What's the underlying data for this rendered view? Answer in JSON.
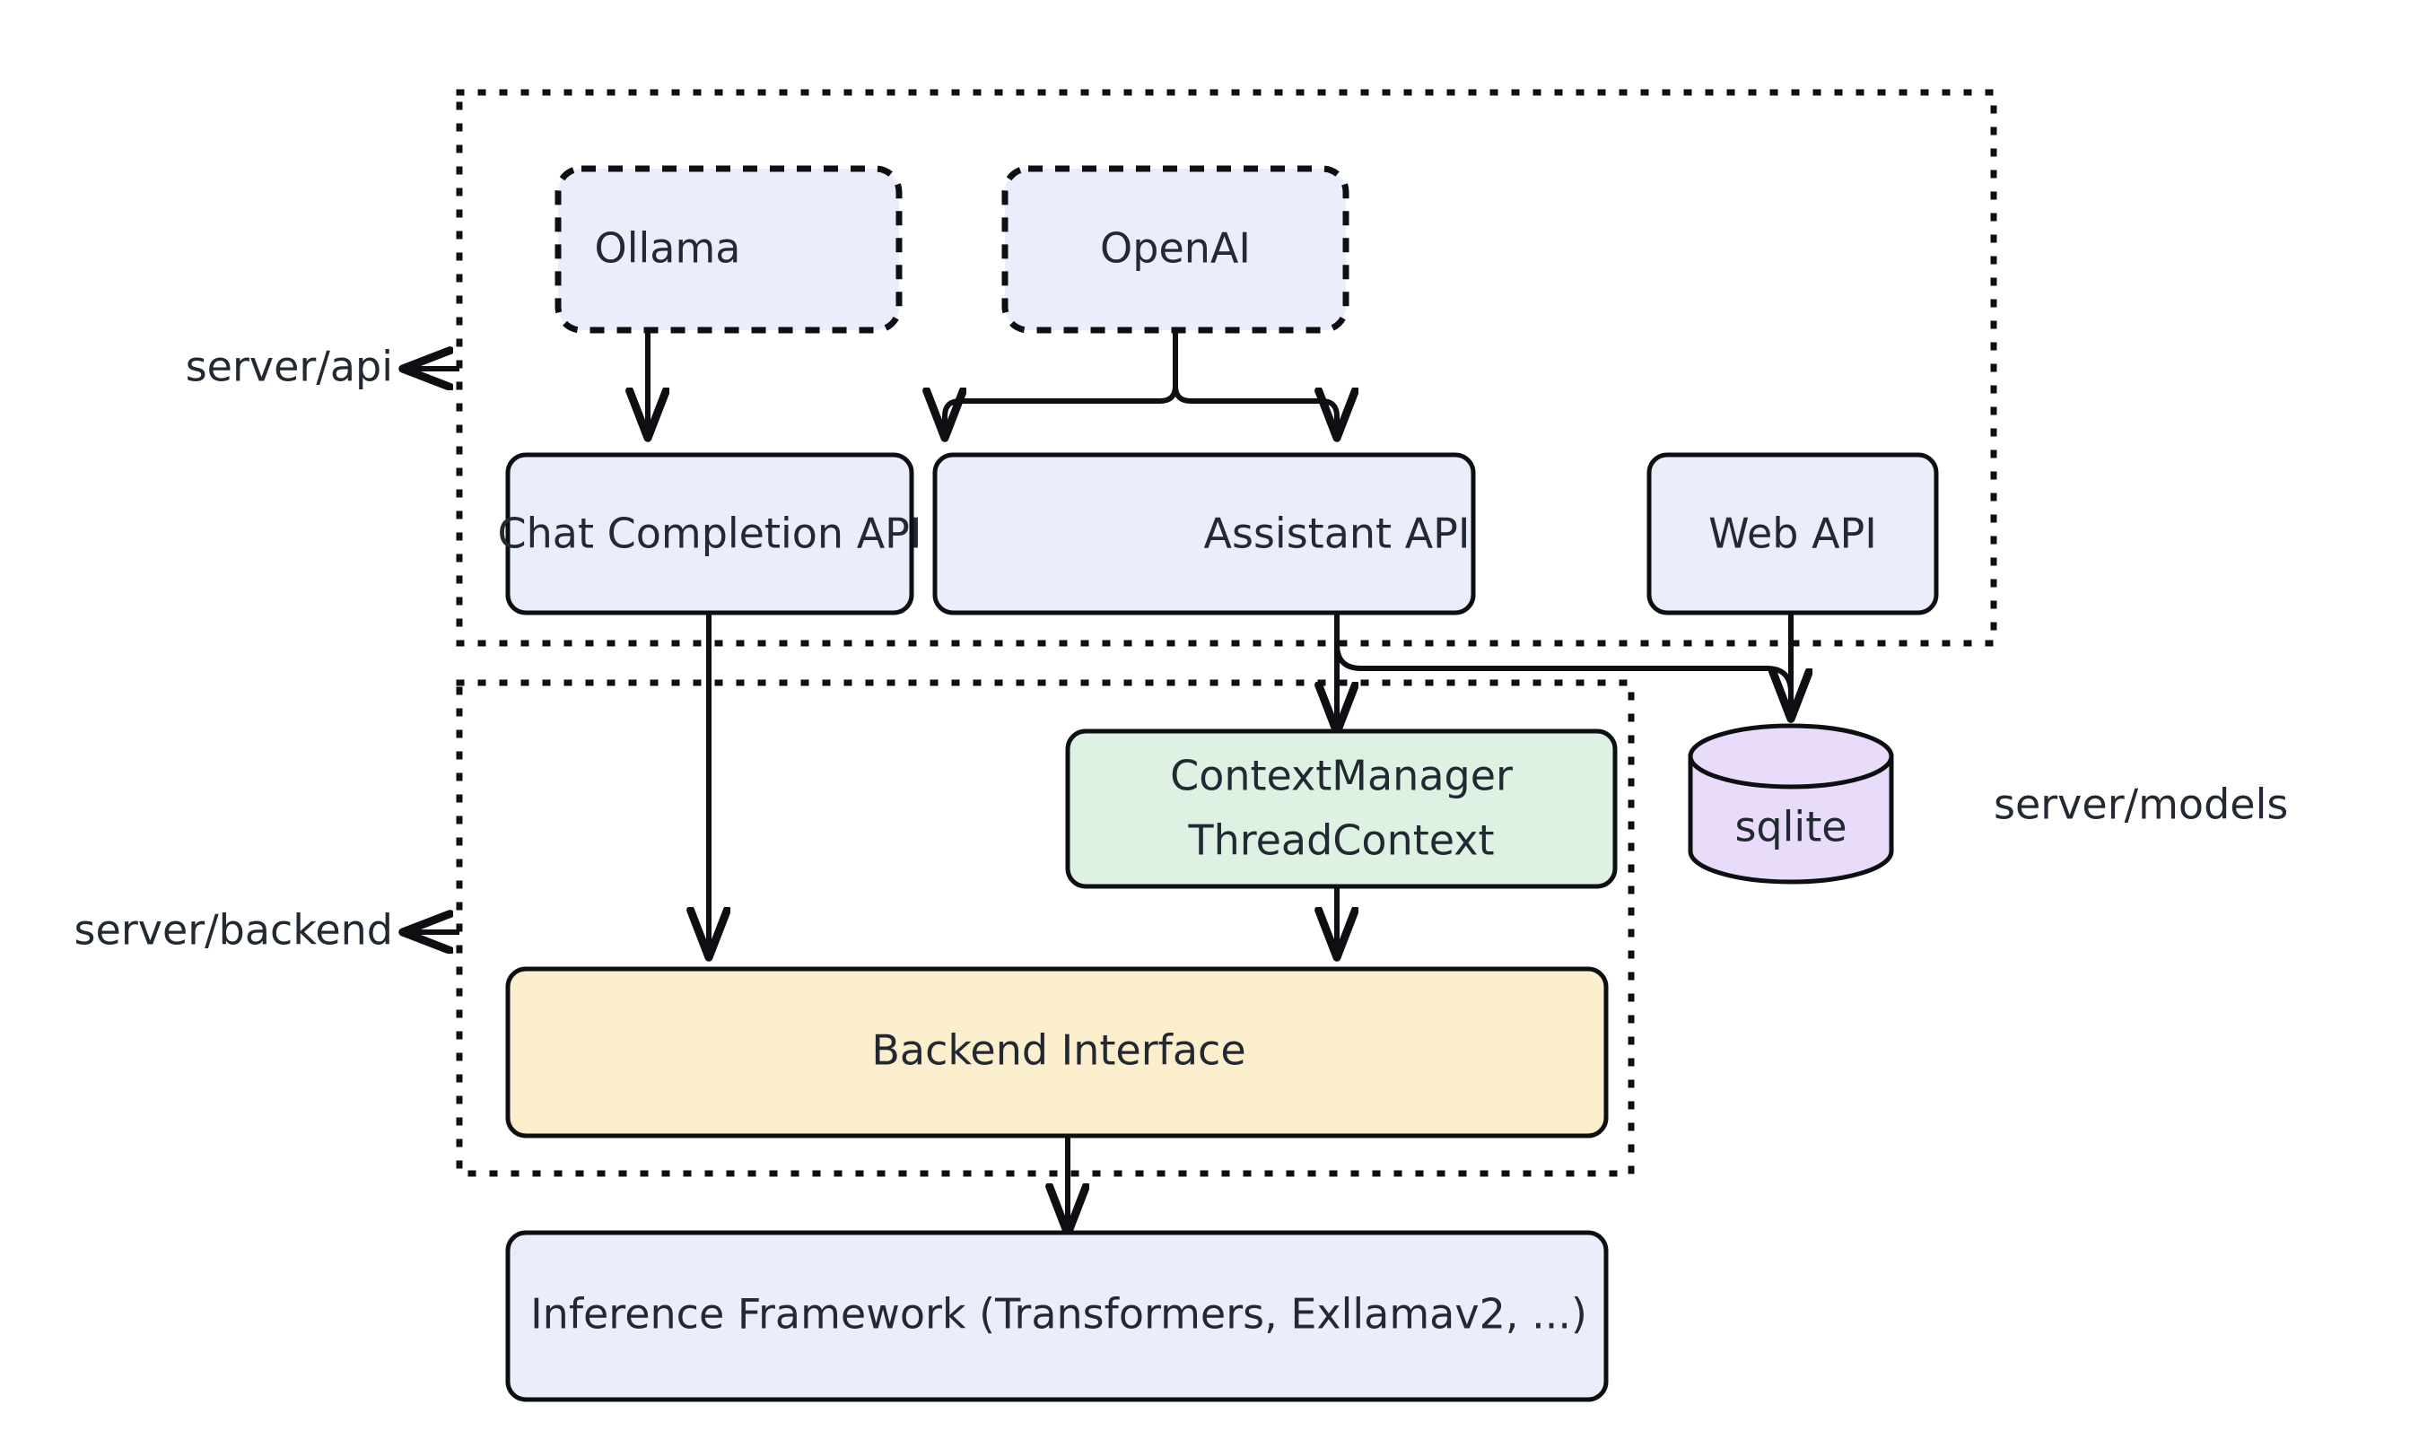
{
  "diagram": {
    "title": "Server architecture block diagram",
    "background": "#ffffff",
    "palette": {
      "blue_fill": "#eaeefb",
      "green_fill": "#ddf2e2",
      "yellow_fill": "#fcefcd",
      "purple_fill": "#e9dcfb",
      "stroke": "#0d0f12",
      "text": "#232933"
    },
    "groups": [
      {
        "id": "api",
        "label": "server/api",
        "label_position": "left"
      },
      {
        "id": "backend",
        "label": "server/backend",
        "label_position": "left"
      },
      {
        "id": "models",
        "label": "server/models",
        "label_position": "right"
      }
    ],
    "nodes": [
      {
        "id": "ollama",
        "label": "Ollama",
        "shape": "rounded-rect-dashed",
        "fill": "#eaeefb",
        "group": "api"
      },
      {
        "id": "openai",
        "label": "OpenAI",
        "shape": "rounded-rect-dashed",
        "fill": "#eaeefb",
        "group": "api"
      },
      {
        "id": "chat",
        "label": "Chat Completion API",
        "shape": "rounded-rect",
        "fill": "#eaeefb",
        "group": "api"
      },
      {
        "id": "assistant",
        "label": "Assistant API",
        "shape": "rounded-rect",
        "fill": "#eaeefb",
        "group": "api"
      },
      {
        "id": "web",
        "label": "Web API",
        "shape": "rounded-rect",
        "fill": "#eaeefb",
        "group": "api"
      },
      {
        "id": "context",
        "label_line1": "ContextManager",
        "label_line2": "ThreadContext",
        "shape": "rounded-rect",
        "fill": "#ddf2e2",
        "group": "backend"
      },
      {
        "id": "sqlite",
        "label": "sqlite",
        "shape": "cylinder",
        "fill": "#e9dcfb",
        "group": "models"
      },
      {
        "id": "backendif",
        "label": "Backend Interface",
        "shape": "rounded-rect",
        "fill": "#fcefcd",
        "group": "backend"
      },
      {
        "id": "inference",
        "label": "Inference Framework (Transformers, Exllamav2, ...)",
        "shape": "rounded-rect",
        "fill": "#eaeefb",
        "group": "none"
      }
    ],
    "edges": [
      {
        "from": "ollama",
        "to": "chat",
        "style": "solid-arrow"
      },
      {
        "from": "openai",
        "to": "chat",
        "style": "solid-arrow-fork"
      },
      {
        "from": "openai",
        "to": "assistant",
        "style": "solid-arrow-fork"
      },
      {
        "from": "chat",
        "to": "backendif",
        "style": "solid-arrow"
      },
      {
        "from": "assistant",
        "to": "context",
        "style": "solid-arrow"
      },
      {
        "from": "assistant",
        "to": "sqlite",
        "style": "solid-arrow-elbow"
      },
      {
        "from": "web",
        "to": "sqlite",
        "style": "solid-arrow"
      },
      {
        "from": "context",
        "to": "backendif",
        "style": "solid-arrow"
      },
      {
        "from": "backendif",
        "to": "inference",
        "style": "solid-arrow"
      }
    ]
  }
}
